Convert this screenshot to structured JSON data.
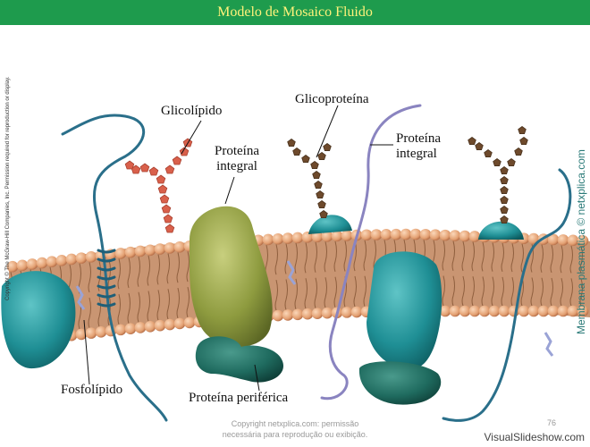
{
  "header": {
    "title": "Modelo de Mosaico Fluido"
  },
  "labels": {
    "glycolipid": "Glicolípido",
    "glycoprotein": "Glicoproteína",
    "integral_1": [
      "Proteína",
      "integral"
    ],
    "integral_2": [
      "Proteína",
      "integral"
    ],
    "phospholipid": "Fosfolípido",
    "peripheral": "Proteína periférica"
  },
  "side_copyright": "Copyright © The McGraw-Hill Companies, Inc. Permission required for reproduction or display.",
  "side_brand": "Membrana plasmática © netxplica.com",
  "footer": {
    "copyright": [
      "Copyright netxplica.com: permissão",
      "necessária para reprodução ou exibição."
    ],
    "page_number": "76"
  },
  "watermark": "VisualSlideshow.com",
  "colors": {
    "title_bar": "#1e9b4d",
    "title_text": "#fff27a",
    "lipid_head": "#e3a072",
    "lipid_tail": "#b9835f",
    "integral_protein": "#8e9b3f",
    "teal_protein": "#1f8f95",
    "glycolipid_sugar": "#d9604b",
    "glycoprotein_sugar": "#6e4a2c",
    "protein_strand": "#2a6f8a"
  }
}
